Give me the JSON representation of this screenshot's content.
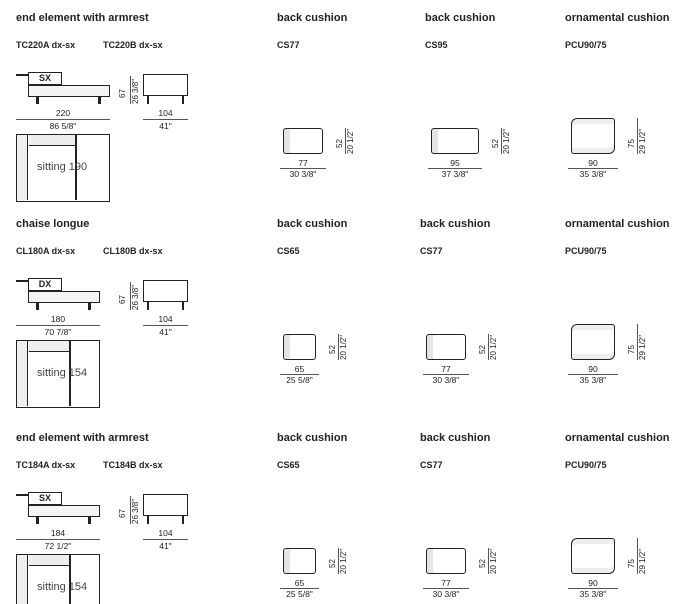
{
  "rows": [
    {
      "title": "end element with armrest",
      "codes": [
        "TC220A dx-sx",
        "TC220B dx-sx"
      ],
      "side_label": "SX",
      "width_cm": "220",
      "width_in": "86 5/8\"",
      "height_cm": "67",
      "height_in": "26 3/8\"",
      "depth_cm": "104",
      "depth_in": "41\"",
      "sitting": "sitting 190",
      "cushions": [
        {
          "heading": "back cushion",
          "code": "CS77",
          "w_cm": "77",
          "w_in": "30 3/8\"",
          "h_cm": "52",
          "h_in": "20 1/2\"",
          "type": "back"
        },
        {
          "heading": "back cushion",
          "code": "CS95",
          "w_cm": "95",
          "w_in": "37 3/8\"",
          "h_cm": "52",
          "h_in": "20 1/2\"",
          "type": "back"
        },
        {
          "heading": "ornamental cushion",
          "code": "PCU90/75",
          "w_cm": "90",
          "w_in": "35 3/8\"",
          "h_cm": "75",
          "h_in": "29 1/2\"",
          "type": "pillow"
        }
      ]
    },
    {
      "title": "chaise longue",
      "codes": [
        "CL180A dx-sx",
        "CL180B dx-sx"
      ],
      "side_label": "DX",
      "width_cm": "180",
      "width_in": "70 7/8\"",
      "height_cm": "67",
      "height_in": "26 3/8\"",
      "depth_cm": "104",
      "depth_in": "41\"",
      "sitting": "sitting 154",
      "cushions": [
        {
          "heading": "back cushion",
          "code": "CS65",
          "w_cm": "65",
          "w_in": "25 5/8\"",
          "h_cm": "52",
          "h_in": "20 1/2\"",
          "type": "back"
        },
        {
          "heading": "back cushion",
          "code": "CS77",
          "w_cm": "77",
          "w_in": "30 3/8\"",
          "h_cm": "52",
          "h_in": "20 1/2\"",
          "type": "back"
        },
        {
          "heading": "ornamental cushion",
          "code": "PCU90/75",
          "w_cm": "90",
          "w_in": "35 3/8\"",
          "h_cm": "75",
          "h_in": "29 1/2\"",
          "type": "pillow"
        }
      ]
    },
    {
      "title": "end element with armrest",
      "codes": [
        "TC184A dx-sx",
        "TC184B dx-sx"
      ],
      "side_label": "SX",
      "width_cm": "184",
      "width_in": "72 1/2\"",
      "height_cm": "67",
      "height_in": "26 3/8\"",
      "depth_cm": "104",
      "depth_in": "41\"",
      "sitting": "sitting 154",
      "cushions": [
        {
          "heading": "back cushion",
          "code": "CS65",
          "w_cm": "65",
          "w_in": "25 5/8\"",
          "h_cm": "52",
          "h_in": "20 1/2\"",
          "type": "back"
        },
        {
          "heading": "back cushion",
          "code": "CS77",
          "w_cm": "77",
          "w_in": "30 3/8\"",
          "h_cm": "52",
          "h_in": "20 1/2\"",
          "type": "back"
        },
        {
          "heading": "ornamental cushion",
          "code": "PCU90/75",
          "w_cm": "90",
          "w_in": "35 3/8\"",
          "h_cm": "75",
          "h_in": "29 1/2\"",
          "type": "pillow"
        }
      ]
    }
  ]
}
